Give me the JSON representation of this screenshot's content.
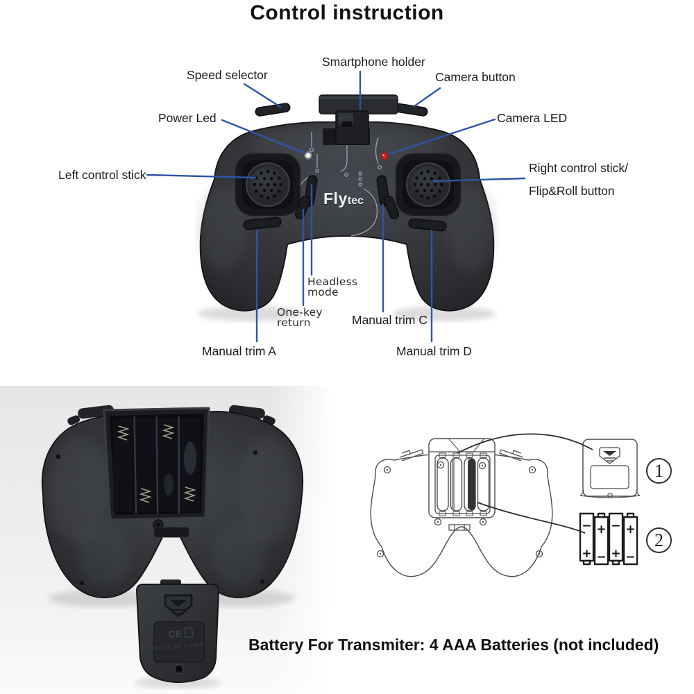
{
  "title": "Control instruction",
  "caption": "Battery For Transmiter: 4 AAA Batteries (not included)",
  "brand": {
    "bold": "Fly",
    "light": "tec"
  },
  "labels": {
    "speed_selector": "Speed selector",
    "smartphone_holder": "Smartphone holder",
    "camera_button": "Camera button",
    "power_led": "Power Led",
    "camera_led": "Camera LED",
    "left_stick": "Left control stick",
    "right_stick_1": "Right control stick/",
    "right_stick_2": "Flip&Roll button",
    "headless_1": "Headless",
    "headless_2": "mode",
    "one_key_1": "One-key",
    "one_key_2": "return",
    "manual_trim_a": "Manual trim A",
    "manual_trim_c": "Manual trim C",
    "manual_trim_d": "Manual trim D"
  },
  "steps": {
    "step1": "1",
    "step2": "2"
  },
  "battery_cover": {
    "ce_mark": "CE",
    "made_in": "MADE IN CHINA"
  },
  "sketch_batteries": [
    {
      "top": "−",
      "bottom": "+"
    },
    {
      "top": "+",
      "bottom": "−"
    },
    {
      "top": "−",
      "bottom": "+"
    },
    {
      "top": "+",
      "bottom": "−"
    }
  ],
  "colors": {
    "annotation_line": "#2d55a8",
    "label_text": "#1c1c1c",
    "power_led": "#f0f0e6",
    "camera_led": "#cf2418",
    "controller_body": "#26282c",
    "sketch_line": "#4b4b4b",
    "background": "#ffffff"
  }
}
